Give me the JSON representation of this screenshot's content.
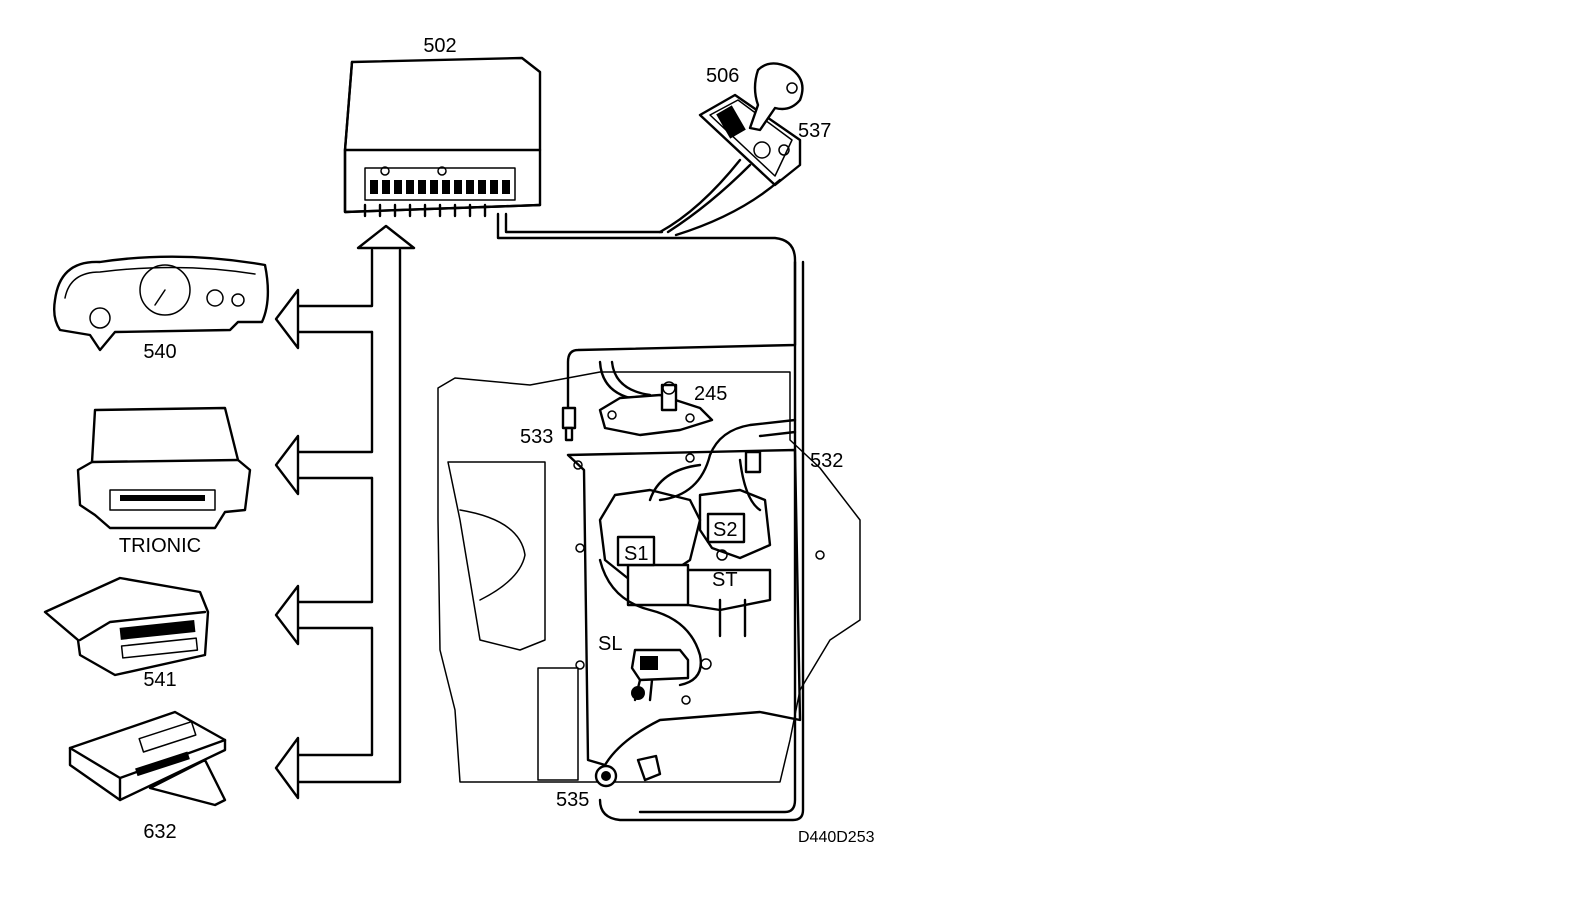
{
  "labels": {
    "tcm": "502",
    "selector_lever": "506",
    "selector_position_sensor": "537",
    "instrument_cluster": "540",
    "trionic": "TRIONIC",
    "display_unit": "541",
    "module_632": "632",
    "gear_position_sensor": "245",
    "sensor_533": "533",
    "wiring_532": "532",
    "sensor_535": "535",
    "solenoid_s1": "S1",
    "solenoid_s2": "S2",
    "solenoid_st": "ST",
    "solenoid_sl": "SL",
    "figure_code": "D440D253"
  }
}
